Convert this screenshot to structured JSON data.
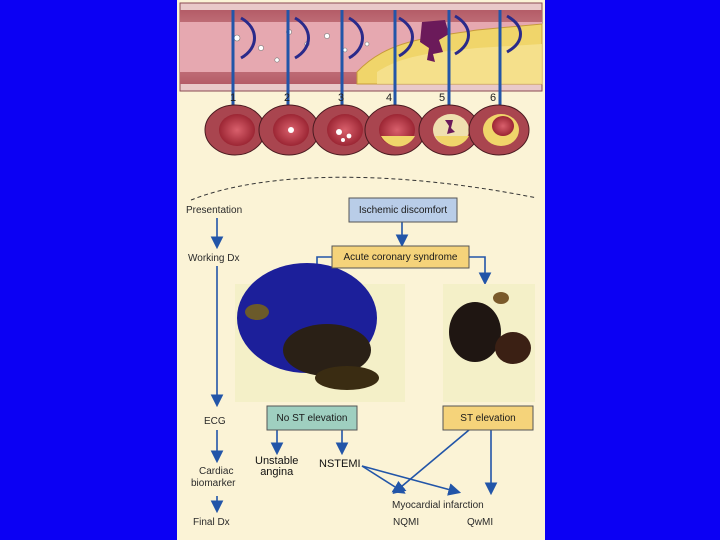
{
  "stage_numbers": [
    "1",
    "2",
    "3",
    "4",
    "5",
    "6"
  ],
  "flow": {
    "presentation": "Presentation",
    "working_dx": "Working Dx",
    "ecg": "ECG",
    "cardiac_biomarker_line1": "Cardiac",
    "cardiac_biomarker_line2": "biomarker",
    "final_dx": "Final Dx"
  },
  "boxes": {
    "ischemic_discomfort": "Ischemic discomfort",
    "acs": "Acute coronary syndrome",
    "no_st": "No ST elevation",
    "st": "ST elevation"
  },
  "outcomes": {
    "unstable_line1": "Unstable",
    "unstable_line2": "angina",
    "nstemi": "NSTEMI",
    "mi": "Myocardial infarction",
    "nqmi": "NQMI",
    "qwmi": "QwMI"
  },
  "colors": {
    "background": "#0b00f4",
    "panel": "#fbf3d6",
    "arrow": "#2255a8",
    "artery": "#c97880",
    "plaque": "#f0d56a",
    "thrombus": "#6b1a5a",
    "ischemic_box": "#b9cde8",
    "acs_box": "#f5d37a",
    "no_st_box": "#9fcfc0",
    "st_box": "#f5d37a"
  }
}
